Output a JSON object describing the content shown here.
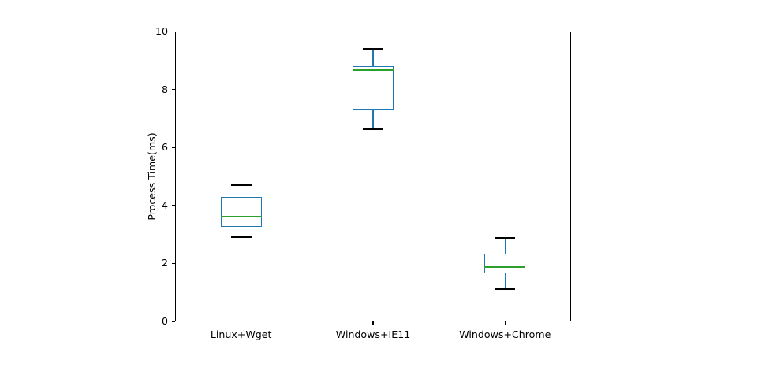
{
  "chart_data": {
    "type": "box",
    "title": "",
    "xlabel": "",
    "ylabel": "Process Time(ms)",
    "categories": [
      "Linux+Wget",
      "Windows+IE11",
      "Windows+Chrome"
    ],
    "ylim": [
      0,
      10
    ],
    "xlim": [
      0.5,
      3.5
    ],
    "yticks": [
      0,
      2,
      4,
      6,
      8,
      10
    ],
    "ytick_labels": [
      "0",
      "2",
      "4",
      "6",
      "8",
      "10"
    ],
    "grid": false,
    "legend": null,
    "box_color": "#1f77b4",
    "median_color": "#2ca02c",
    "whisker_color": "#1f77b4",
    "cap_color": "#000000",
    "boxes": [
      {
        "label": "Linux+Wget",
        "whisker_low": 2.91,
        "q1": 3.26,
        "median": 3.62,
        "q3": 4.29,
        "whisker_high": 4.7
      },
      {
        "label": "Windows+IE11",
        "whisker_low": 6.63,
        "q1": 7.31,
        "median": 8.67,
        "q3": 8.8,
        "whisker_high": 9.4
      },
      {
        "label": "Windows+Chrome",
        "whisker_low": 1.11,
        "q1": 1.66,
        "median": 1.87,
        "q3": 2.33,
        "whisker_high": 2.88
      }
    ]
  }
}
